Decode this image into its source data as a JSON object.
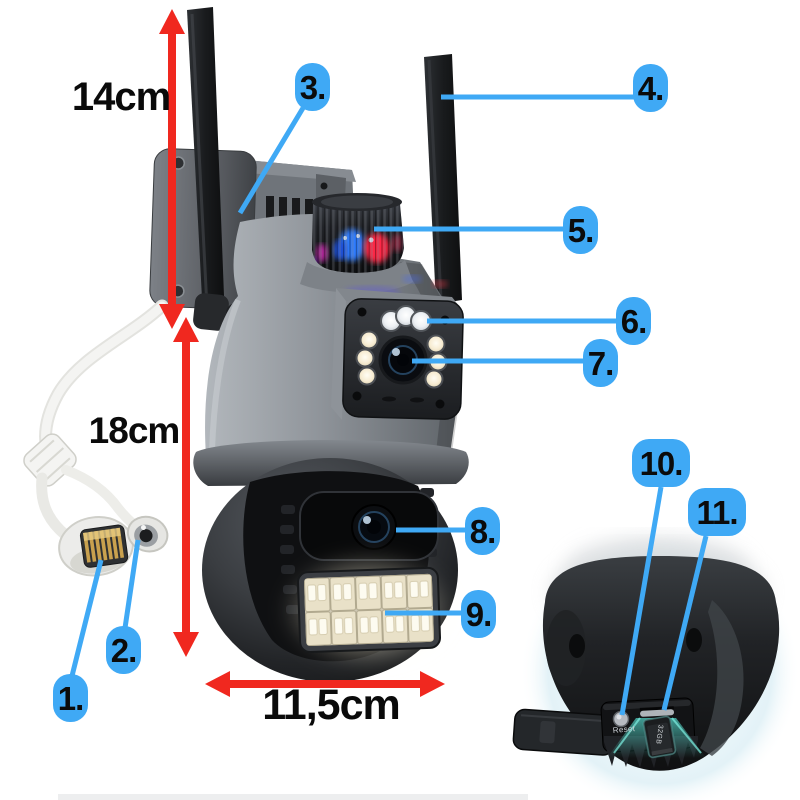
{
  "page": {
    "background": "#ffffff",
    "description": "Annotated product diagram of a dual-lens outdoor PTZ security camera with numbered callouts, size arrows and a bottom-view inset"
  },
  "dimensions": {
    "antenna_height": "14cm",
    "body_height": "18cm",
    "body_width": "11,5cm"
  },
  "callouts": [
    {
      "num": "1."
    },
    {
      "num": "2."
    },
    {
      "num": "3."
    },
    {
      "num": "4."
    },
    {
      "num": "5."
    },
    {
      "num": "6."
    },
    {
      "num": "7."
    },
    {
      "num": "8."
    },
    {
      "num": "9."
    },
    {
      "num": "10."
    },
    {
      "num": "11."
    }
  ],
  "inset": {
    "reset_button_label": "Reset",
    "sd_card_label": "32GB"
  },
  "colors": {
    "callout_badge": "#3FA9F5",
    "callout_line": "#3FA9F5",
    "dimension_arrow": "#F0281F",
    "dimension_text": "#0A0A0A",
    "badge_text": "#0B0B0B",
    "sd_glow": "#5AEBDC"
  }
}
